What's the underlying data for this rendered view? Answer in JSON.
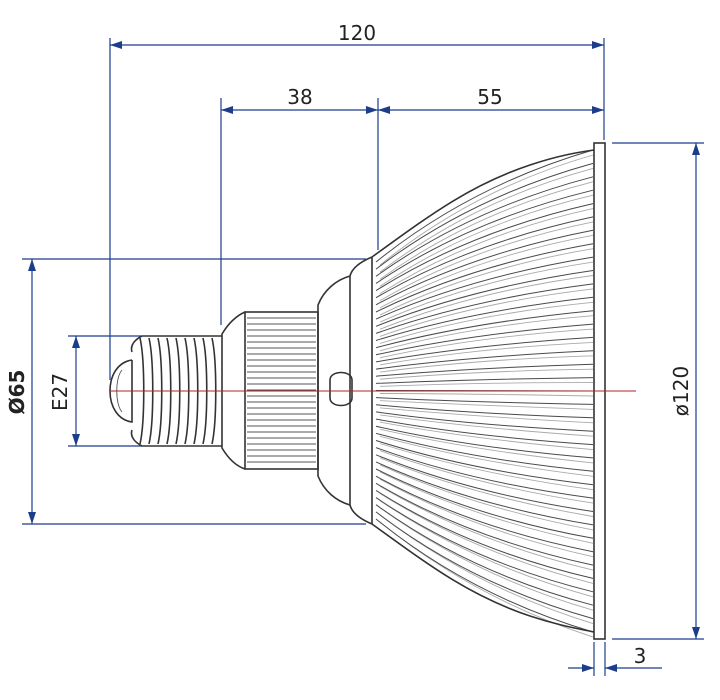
{
  "dimensions": {
    "overall_length": "120",
    "neck_length": "38",
    "reflector_length": "55",
    "body_diameter": "Ø65",
    "base_thread": "E27",
    "face_diameter": "ø120",
    "rim_thickness": "3"
  },
  "colors": {
    "dimension_line": "#1c3e8a",
    "outline": "#333333",
    "center_axis": "#b02020"
  }
}
